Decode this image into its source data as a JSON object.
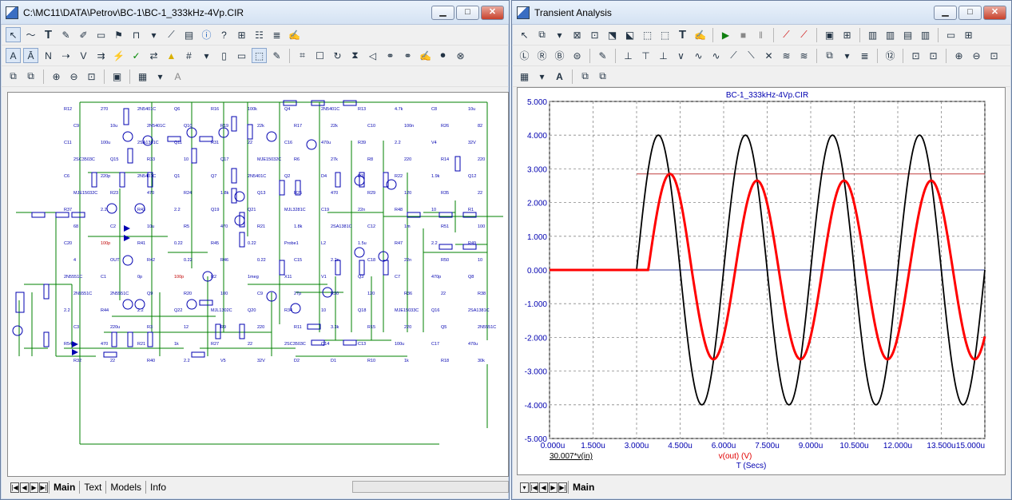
{
  "left_window": {
    "title": "C:\\MC11\\DATA\\Petrov\\BC-1\\BC-1_333kHz-4Vp.CIR",
    "tabs": [
      "Main",
      "Text",
      "Models",
      "Info"
    ],
    "active_tab": "Main"
  },
  "right_window": {
    "title": "Transient Analysis",
    "tabs": [
      "Main"
    ],
    "active_tab": "Main"
  },
  "caption_buttons": {
    "minimize": "▁",
    "maximize": "□",
    "close": "✕"
  },
  "schematic": {
    "labels": [
      "R12",
      "270",
      "2N5401C",
      "Q6",
      "R16",
      "100k",
      "Q4",
      "2N5401C",
      "R13",
      "4.7k",
      "C8",
      "10u",
      "C9",
      "10u",
      "2N5401C",
      "Q10",
      "R19",
      "22k",
      "R17",
      "22k",
      "C10",
      "100n",
      "R26",
      "82",
      "C11",
      "100u",
      "2SA1381C",
      "Q11",
      "R31",
      "22",
      "C16",
      "470u",
      "R39",
      "2.2",
      "V4",
      "32V",
      "2SC3503C",
      "Q15",
      "R33",
      "10",
      "Q17",
      "MJE15032C",
      "R6",
      "27k",
      "R8",
      "220",
      "R14",
      "220",
      "C6",
      "220p",
      "2N5401C",
      "Q1",
      "Q7",
      "2N5401C",
      "Q2",
      "D4",
      "D3",
      "R22",
      "1.9k",
      "Q12",
      "MJE15032C",
      "R23",
      "470",
      "R24",
      "1.8k",
      "Q13",
      "R25",
      "470",
      "R29",
      "120",
      "R35",
      "22",
      "R37",
      "2.2",
      "R43",
      "2.2",
      "Q19",
      "Q21",
      "MJL3281C",
      "C19",
      "22n",
      "R48",
      "10",
      "R1",
      "68",
      "C2",
      "10u",
      "R5",
      "470",
      "R21",
      "1.8k",
      "2SA1381C",
      "C12",
      "1m",
      "R51",
      "100",
      "C20",
      "100p",
      "R41",
      "0.22",
      "R45",
      "0.22",
      "Probe1",
      "L2",
      "1.5u",
      "R47",
      "2.2",
      "R49",
      "4",
      "OUT",
      "R42",
      "0.22",
      "R46",
      "0.22",
      "C15",
      "2.2n",
      "C18",
      "22n",
      "R50",
      "10",
      "2N5551C",
      "C1",
      "0p",
      "100p",
      "R2",
      "1meg",
      "X11",
      "V1",
      "Q3",
      "C7",
      "470p",
      "Q8",
      "2N5551C",
      "2N5551C",
      "Q9",
      "R20",
      "100",
      "C9",
      "27p",
      "R30",
      "120",
      "R36",
      "22",
      "R38",
      "2.2",
      "R44",
      "2.2",
      "Q22",
      "MJL1302C",
      "Q20",
      "R34",
      "10",
      "Q18",
      "MJE15033C",
      "Q16",
      "2SA1381C",
      "C3",
      "220u",
      "R3",
      "12",
      "R9",
      "220",
      "R11",
      "3.3k",
      "R15",
      "220",
      "Q5",
      "2N5551C",
      "R54",
      "470",
      "R21",
      "1k",
      "R27",
      "22",
      "2SC3503C",
      "Q14",
      "C13",
      "100u",
      "C17",
      "470u",
      "R32",
      "22",
      "R40",
      "2.2",
      "V5",
      "32V",
      "D2",
      "D1",
      "R10",
      "1k",
      "R18",
      "30k"
    ]
  },
  "chart_data": {
    "type": "line",
    "title": "BC-1_333kHz-4Vp.CIR",
    "xlabel": "T (Secs)",
    "ylabel": "",
    "xlim": [
      0,
      15
    ],
    "ylim": [
      -5,
      5
    ],
    "x_unit": "u",
    "x_ticks": [
      "0.000u",
      "1.500u",
      "3.000u",
      "4.500u",
      "6.000u",
      "7.500u",
      "9.000u",
      "10.500u",
      "12.000u",
      "13.500u",
      "15.000u"
    ],
    "y_ticks": [
      "5.000",
      "4.000",
      "3.000",
      "2.000",
      "1.000",
      "0.000",
      "-1.000",
      "-2.000",
      "-3.000",
      "-4.000",
      "-5.000"
    ],
    "series": [
      {
        "name": "30.007*v(in)",
        "color": "#000000",
        "amplitude": 4.0,
        "start": 3.0,
        "period": 3.0,
        "phase_deg": 0
      },
      {
        "name": "v(out) (V)",
        "color": "#ff0000",
        "amplitude": 2.65,
        "first_peak": 2.85,
        "start": 3.0,
        "period": 3.0,
        "lag": 0.4
      }
    ],
    "reference_lines": [
      {
        "y": 2.85,
        "color": "#c04040"
      },
      {
        "y": 0.0,
        "color": "#3040a0"
      }
    ],
    "grid": true
  }
}
